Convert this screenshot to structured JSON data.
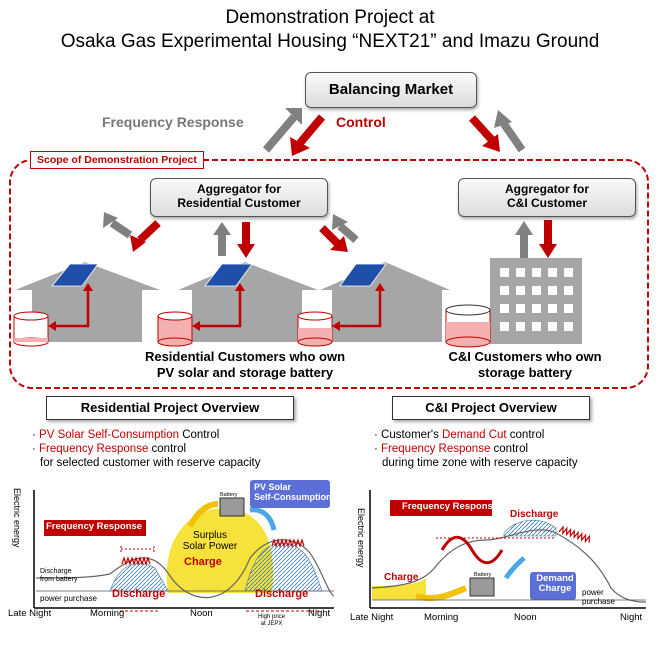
{
  "title": {
    "line1": "Demonstration Project at",
    "line2": "Osaka Gas Experimental Housing “NEXT21” and Imazu Ground"
  },
  "market": {
    "label": "Balancing Market"
  },
  "flows": {
    "frequency_response": "Frequency Response",
    "control": "Control"
  },
  "scope": {
    "label": "Scope of Demonstration Project"
  },
  "aggregators": {
    "residential": {
      "line1": "Aggregator for",
      "line2": "Residential Customer"
    },
    "ci": {
      "line1": "Aggregator for",
      "line2": "C&I Customer"
    }
  },
  "customers": {
    "residential": {
      "line1": "Residential Customers who own",
      "line2": "PV solar and storage battery"
    },
    "ci": {
      "line1": "C&I Customers who own",
      "line2": "storage battery"
    }
  },
  "residential_overview": {
    "title": "Residential Project Overview",
    "bullet1_red": "PV Solar Self-Consumption",
    "bullet1_rest": " Control",
    "bullet2_red": "Frequency Response",
    "bullet2_rest": " control",
    "bullet2_line2": "for selected customer with reserve capacity",
    "ylabel": "Electric energy",
    "x_labels": {
      "late_night": "Late Night",
      "morning": "Morning",
      "noon": "Noon",
      "night": "Night"
    },
    "freq_label": "Frequency Response",
    "battery_label": "Battery",
    "pv_label_line1": "PV Solar",
    "pv_label_line2": "Self-Consumption",
    "surplus_line1": "Surplus",
    "surplus_line2": "Solar Power",
    "charge": "Charge",
    "discharge": "Discharge",
    "discharge_from_battery_line1": "Discharge",
    "discharge_from_battery_line2": "from battery",
    "power_purchase": "power purchase",
    "high_price_line1": "High price",
    "high_price_line2": "at JEPX"
  },
  "ci_overview": {
    "title": "C&I Project Overview",
    "bullet1_pre": "Customer's ",
    "bullet1_red": "Demand Cut",
    "bullet1_rest": " control",
    "bullet2_red": "Frequency Response",
    "bullet2_rest": " control",
    "bullet2_line2": "during time zone with reserve capacity",
    "ylabel": "Electric energy",
    "x_labels": {
      "late_night": "Late Night",
      "morning": "Morning",
      "noon": "Noon",
      "night": "Night"
    },
    "freq_label": "Frequency Response",
    "discharge": "Discharge",
    "charge": "Charge",
    "battery_label": "Battery",
    "demand_line1": "Demand",
    "demand_line2": "Charge",
    "power_purchase_line1": "power",
    "power_purchase_line2": "purchase"
  },
  "colors": {
    "red": "#c00000",
    "gray": "#808080",
    "solar_blue": "#1f4fa8",
    "demand_blue": "#5b6fd6"
  }
}
